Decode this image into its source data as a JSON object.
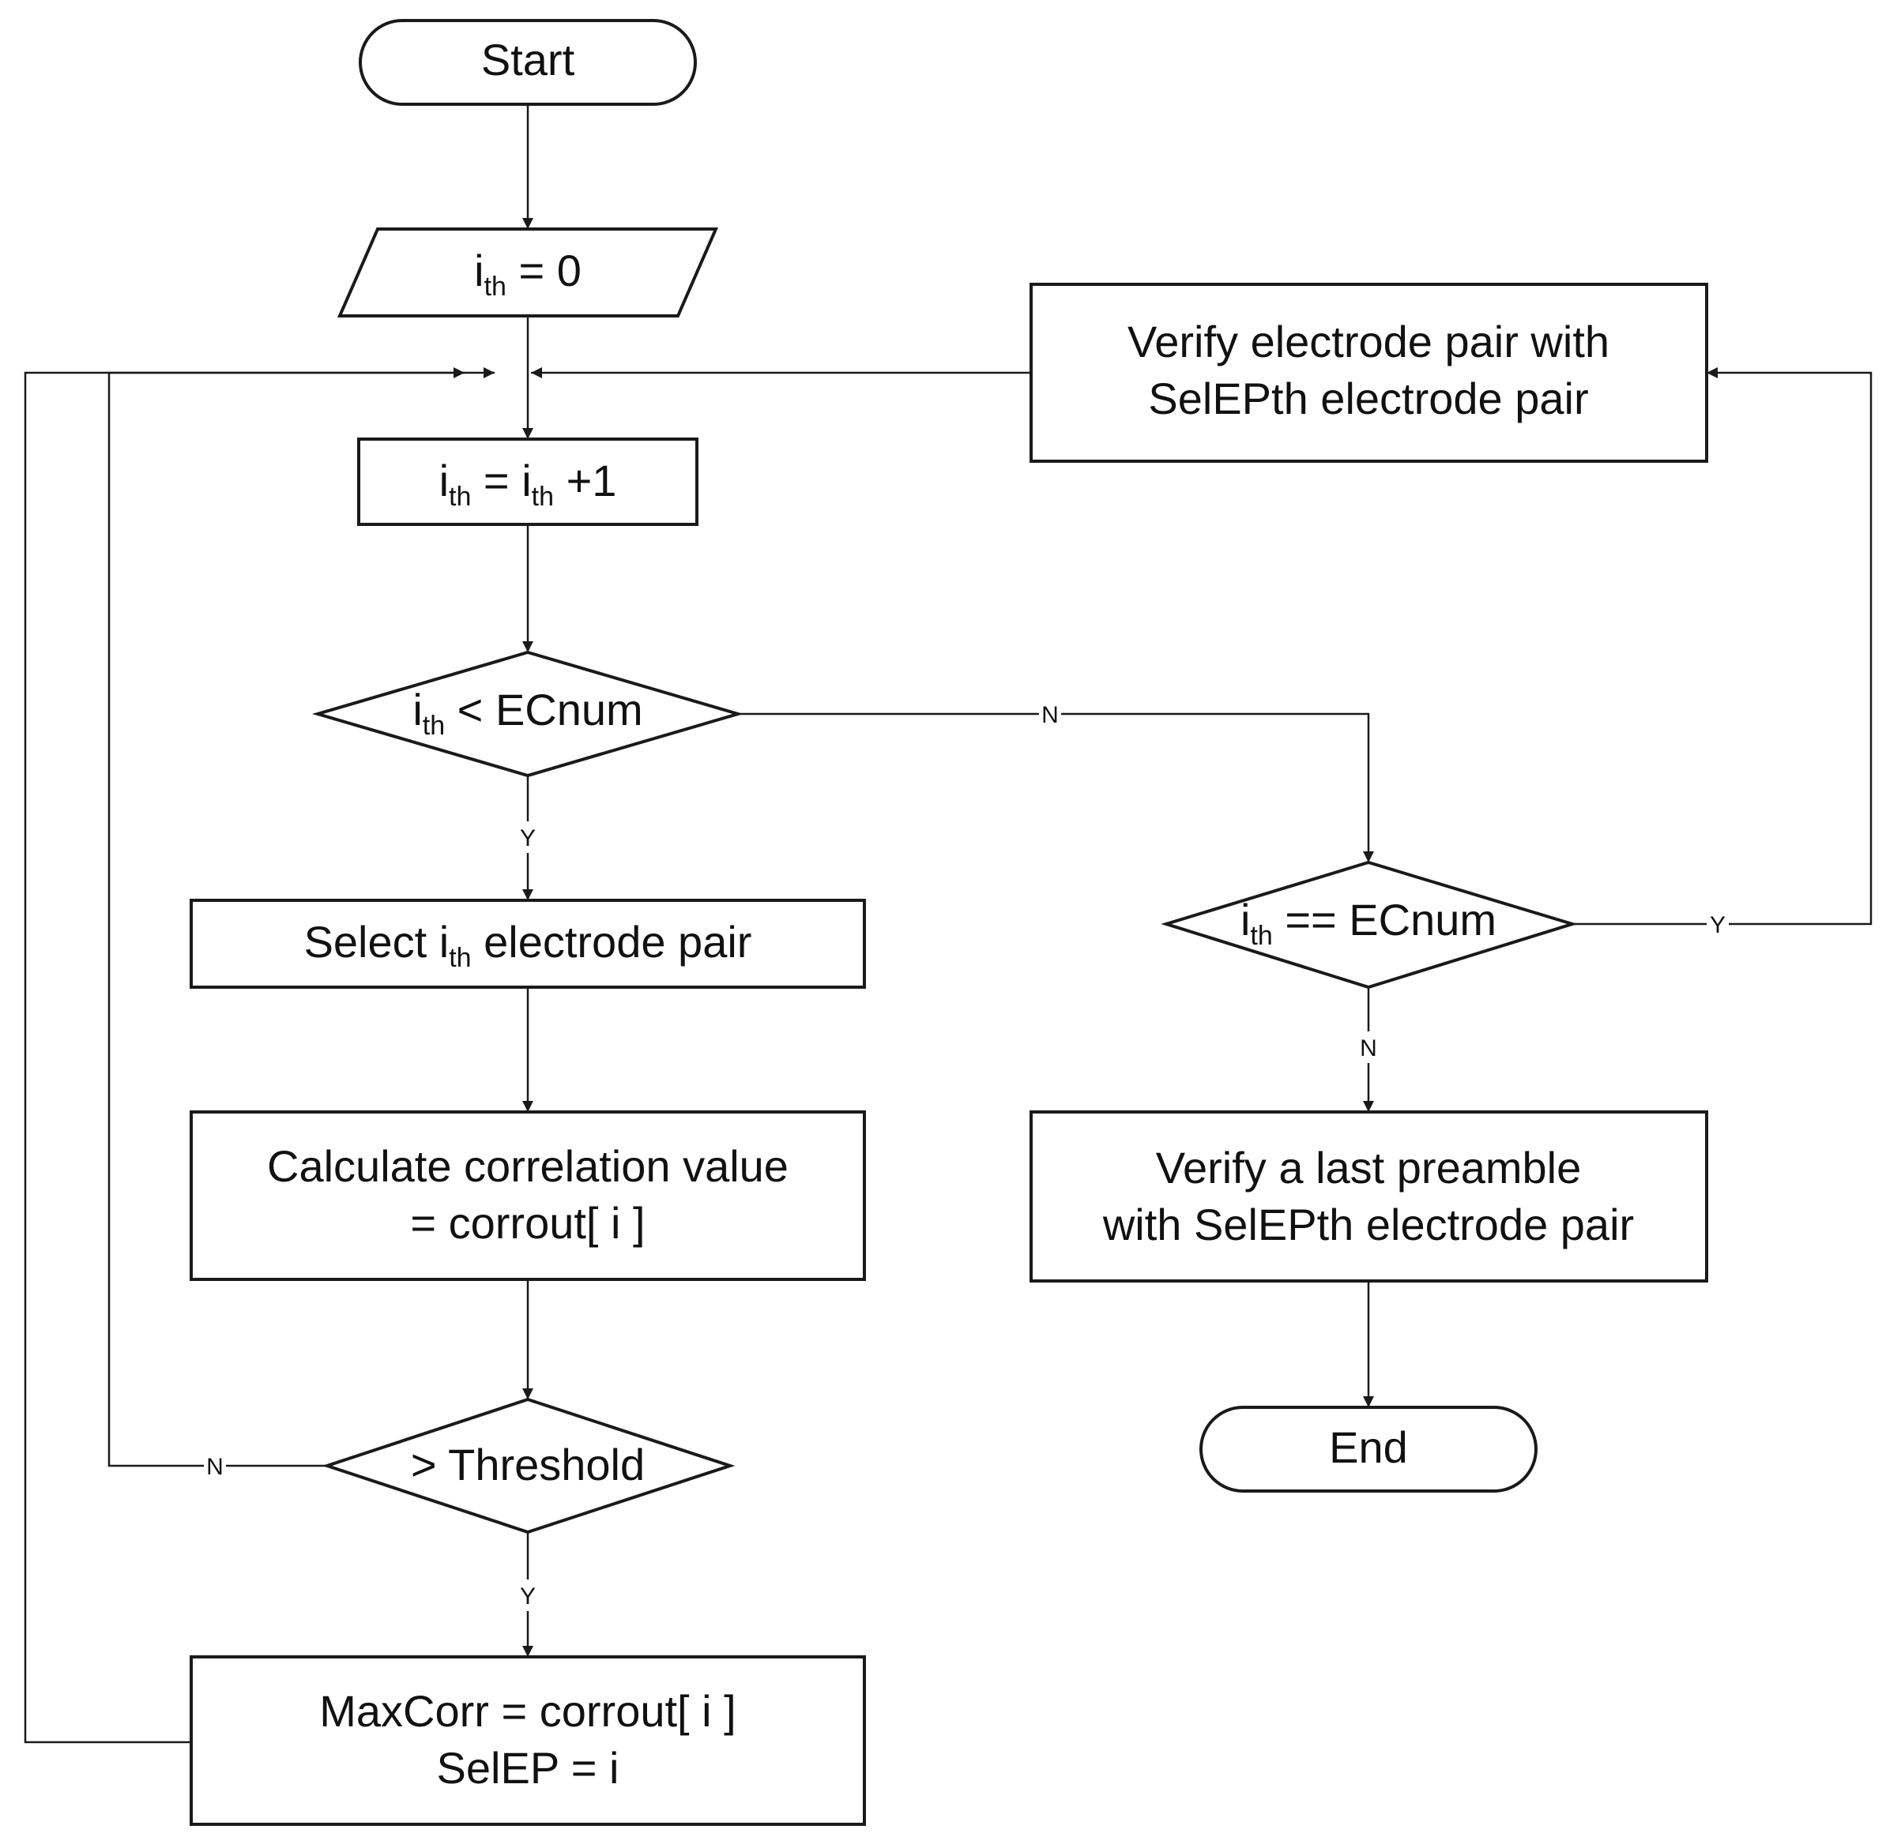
{
  "nodes": {
    "start": {
      "label": "Start"
    },
    "init": {
      "var": "i",
      "sub": "th",
      "rest": " = 0"
    },
    "increment": {
      "var1": "i",
      "sub1": "th",
      "mid": " = ",
      "var2": "i",
      "sub2": "th",
      "rest": " +1"
    },
    "check_less": {
      "var": "i",
      "sub": "th",
      "rest": " < ECnum"
    },
    "select_pair": {
      "pre": "Select i",
      "sub": "th",
      "rest": " electrode pair"
    },
    "calc_corr": {
      "line1": "Calculate correlation value",
      "line2": "= corrout[ i ]"
    },
    "threshold": {
      "label": "> Threshold"
    },
    "max_corr": {
      "line1": "MaxCorr = corrout[ i ]",
      "line2": "SelEP = i"
    },
    "check_equal": {
      "var": "i",
      "sub": "th",
      "rest": " == ECnum"
    },
    "verify_pair": {
      "line1": "Verify electrode pair with",
      "line2": "SelEPth electrode pair"
    },
    "verify_preamble": {
      "line1": "Verify a last preamble",
      "line2": "with SelEPth electrode pair"
    },
    "end": {
      "label": "End"
    }
  },
  "edges": {
    "less_no": "N",
    "less_yes": "Y",
    "threshold_no": "N",
    "threshold_yes": "Y",
    "equal_yes": "Y",
    "equal_no": "N"
  }
}
